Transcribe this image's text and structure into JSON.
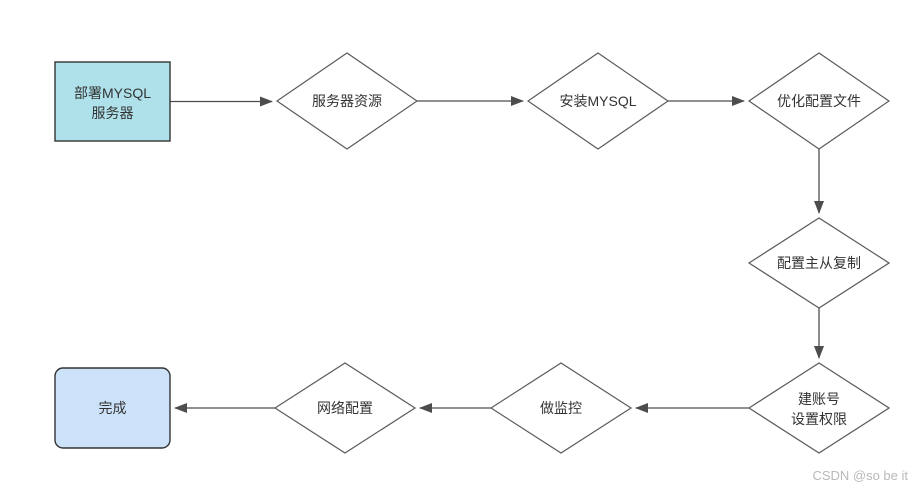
{
  "canvas": {
    "background": "#ffffff"
  },
  "colors": {
    "start_fill": "#aee1ea",
    "end_fill": "#cce2f8",
    "diamond_fill": "#ffffff",
    "shape_stroke": "#5b5b5b",
    "box_stroke": "#333333",
    "arrow": "#4d4d4d",
    "text": "#333333",
    "watermark": "#b9b9b9"
  },
  "nodes": {
    "start": {
      "line1": "部署MYSQL",
      "line2": "服务器"
    },
    "server_resources": {
      "label": "服务器资源"
    },
    "install_mysql": {
      "label": "安装MYSQL"
    },
    "optimize_config": {
      "label": "优化配置文件"
    },
    "master_slave": {
      "label": "配置主从复制"
    },
    "create_account": {
      "line1": "建账号",
      "line2": "设置权限"
    },
    "monitoring": {
      "label": "做监控"
    },
    "network_config": {
      "label": "网络配置"
    },
    "end": {
      "label": "完成"
    }
  },
  "watermark": "CSDN @so be it"
}
